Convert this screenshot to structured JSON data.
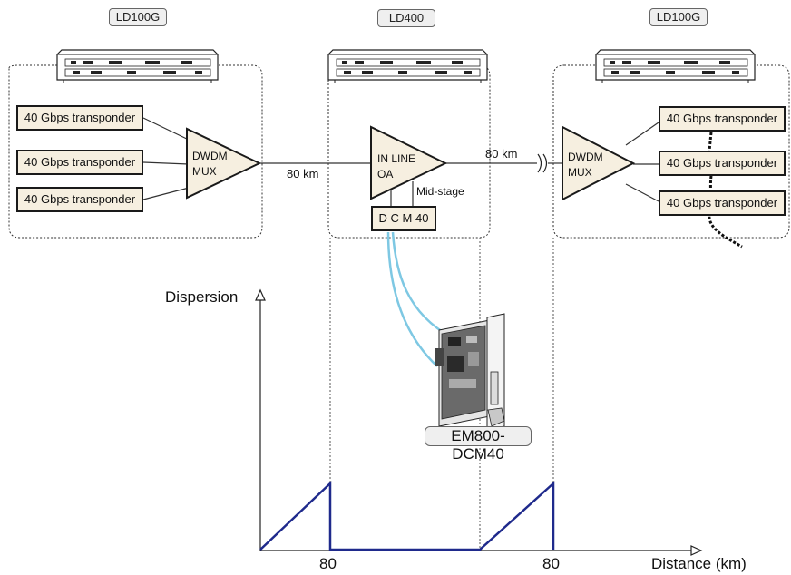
{
  "equipment": {
    "left_label": "LD100G",
    "center_label": "LD400",
    "right_label": "LD100G",
    "device_icon": "rack-chassis-icon"
  },
  "left_site": {
    "transponders": [
      "40 Gbps transponder",
      "40 Gbps transponder",
      "40 Gbps transponder"
    ],
    "mux_line1": "DWDM",
    "mux_line2": "MUX"
  },
  "center_site": {
    "amp_line1": "IN LINE",
    "amp_line2": "OA",
    "midstage_label": "Mid-stage",
    "dcm_label": "D C M 40"
  },
  "right_site": {
    "transponders": [
      "40 Gbps transponder",
      "40 Gbps transponder",
      "40 Gbps transponder"
    ],
    "mux_line1": "DWDM",
    "mux_line2": "MUX"
  },
  "spans": {
    "left_span": "80 km",
    "right_span": "80 km"
  },
  "module": {
    "model_label": "EM800-DCM40",
    "image_icon": "dcm-card-icon",
    "fiber_color": "#7ec8e3"
  },
  "graph": {
    "y_axis_label": "Dispersion",
    "x_axis_label": "Distance (km)",
    "tick_left": "80",
    "tick_right": "80",
    "line_color": "#1f2a8c"
  }
}
